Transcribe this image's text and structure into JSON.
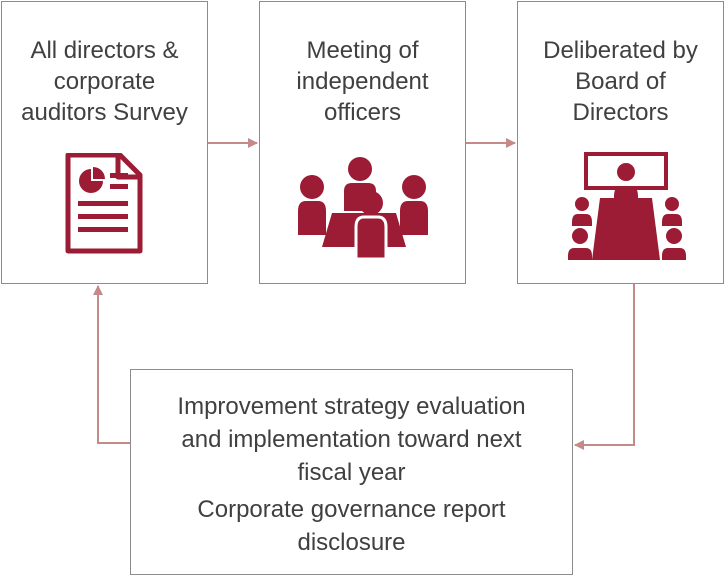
{
  "boxes": {
    "survey": {
      "lines": [
        "All directors &",
        "corporate",
        "auditors Survey"
      ],
      "icon": "document-pie-chart-icon"
    },
    "meeting": {
      "lines": [
        "Meeting of",
        "independent",
        "officers"
      ],
      "icon": "group-meeting-icon"
    },
    "board": {
      "lines": [
        "Deliberated by",
        "Board of",
        "Directors"
      ],
      "icon": "boardroom-icon"
    },
    "improvement": {
      "lines": [
        "Improvement strategy evaluation",
        "and implementation toward next",
        "fiscal year"
      ],
      "disclosure_lines": [
        "Corporate governance report",
        "disclosure"
      ]
    }
  },
  "colors": {
    "accent": "#9b1c34",
    "arrow": "#c48a8a",
    "border": "#8c8c8c",
    "text": "#404040"
  }
}
